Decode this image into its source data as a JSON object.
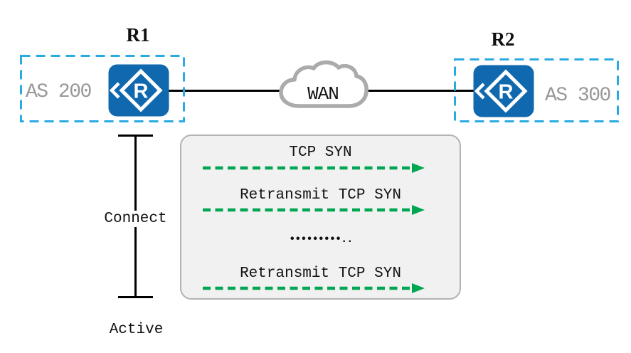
{
  "diagram": {
    "routers": {
      "r1": {
        "name": "R1",
        "as_label": "AS 200"
      },
      "r2": {
        "name": "R2",
        "as_label": "AS 300"
      }
    },
    "wan": {
      "label": "WAN"
    },
    "bgp_states": {
      "top": "Connect",
      "bottom": "Active"
    },
    "message_panel": {
      "rows": [
        {
          "label": "TCP SYN",
          "arrow": true
        },
        {
          "label": "Retransmit TCP SYN",
          "arrow": true
        },
        {
          "label": "•••••••••..",
          "arrow": false
        },
        {
          "label": "Retransmit TCP SYN",
          "arrow": true
        }
      ]
    },
    "colors": {
      "router_blue": "#1068AE",
      "as_box_dashed_cyan": "#29ABE2",
      "arrow_green": "#00A651",
      "cloud_gray": "#ABABAB",
      "panel_bg": "#F1F1F1",
      "panel_border": "#B3B3B3",
      "as_text_gray": "#989898",
      "line_black": "#000000"
    }
  }
}
